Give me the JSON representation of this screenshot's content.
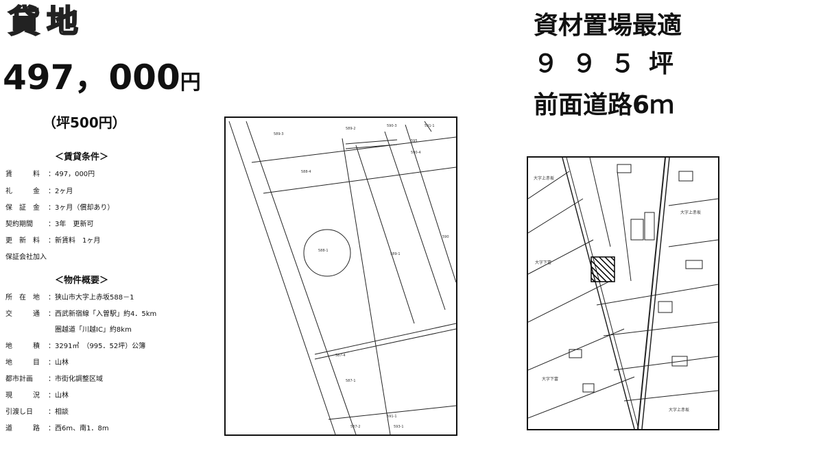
{
  "title": "貸地",
  "price": {
    "amount": "497，000",
    "unit": "円"
  },
  "per_tsubo": "（坪500円）",
  "conditions": {
    "heading": "＜賃貸条件＞",
    "rows": [
      {
        "label": "賃　　　料",
        "value": "：497，000円"
      },
      {
        "label": "礼　　　金",
        "value": "：2ヶ月"
      },
      {
        "label": "保　証　金",
        "value": "：3ヶ月（償却あり）"
      },
      {
        "label": "契約期間",
        "value": "：3年　更新可"
      },
      {
        "label": "更　新　料",
        "value": "：新賃料　1ヶ月"
      }
    ],
    "note": "保証会社加入"
  },
  "overview": {
    "heading": "＜物件概要＞",
    "rows": [
      {
        "label": "所　在　地",
        "value": "：狭山市大字上赤坂588－1"
      },
      {
        "label": "交　　　通",
        "value": "：西武新宿線「入曽駅」約4．5km"
      },
      {
        "label": "",
        "value": "　圏越道「川越IC」約8km"
      },
      {
        "label": "地　　　積",
        "value": "：3291㎡　（995．52坪）公簿"
      },
      {
        "label": "地　　　目",
        "value": "：山林"
      },
      {
        "label": "都市計画",
        "value": "：市街化調整区域"
      },
      {
        "label": "現　　　況",
        "value": "：山林"
      },
      {
        "label": "引渡し日",
        "value": "：相談"
      },
      {
        "label": "道　　　路",
        "value": "：西6m、南1．8m"
      }
    ]
  },
  "headlines": [
    "資材置場最適",
    "９９５坪",
    "前面道路6ｍ"
  ],
  "plot_map": {
    "labels": [
      "589-3",
      "589-2",
      "590-3",
      "591-1",
      "595",
      "590-4",
      "588-4",
      "588-1",
      "589-1",
      "590",
      "587-4",
      "587-1",
      "591-1",
      "587-2",
      "593-1"
    ]
  },
  "area_map": {
    "labels": [
      "大字上赤坂",
      "大字上赤坂",
      "大字下富",
      "大字下富",
      "大字上赤坂"
    ]
  }
}
